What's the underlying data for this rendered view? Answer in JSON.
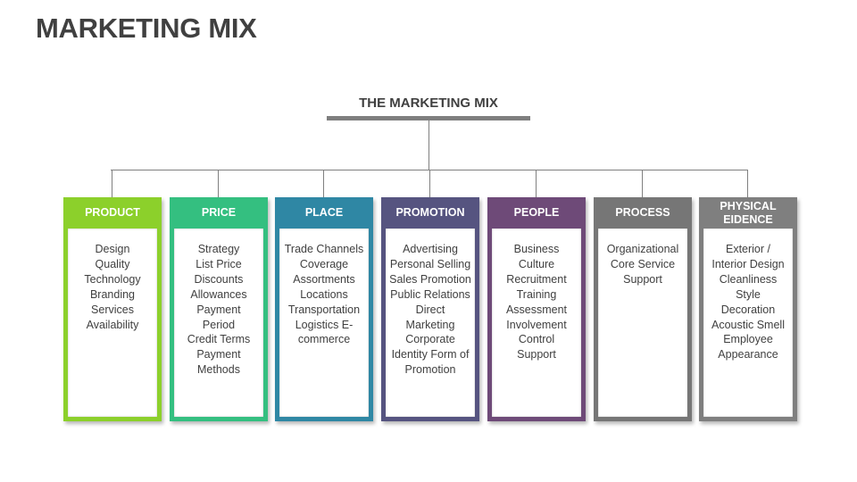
{
  "slide": {
    "title": "MARKETING MIX"
  },
  "diagram": {
    "root": "THE MARKETING MIX",
    "colors": {
      "root_bar": "#7f7f7f",
      "connector": "#808080",
      "item_text": "#404040"
    },
    "categories": [
      {
        "key": "product",
        "label": "PRODUCT",
        "color": "#8cd02b",
        "items": [
          "Design",
          "Quality",
          "Technology",
          "Branding",
          "Services",
          "Availability"
        ]
      },
      {
        "key": "price",
        "label": "PRICE",
        "color": "#34bf80",
        "items": [
          "Strategy",
          "List Price",
          "Discounts",
          "Allowances",
          "Payment",
          "Period",
          "Credit Terms",
          "Payment",
          "Methods"
        ]
      },
      {
        "key": "place",
        "label": "PLACE",
        "color": "#2f87a4",
        "items": [
          "Trade Channels",
          "Coverage",
          "Assortments",
          "Locations",
          "Transportation",
          "Logistics E-",
          "commerce"
        ]
      },
      {
        "key": "promotion",
        "label": "PROMOTION",
        "color": "#565480",
        "items": [
          "Advertising",
          "Personal Selling",
          "Sales Promotion",
          "Public Relations",
          "Direct",
          "Marketing",
          "Corporate",
          "Identity Form of",
          "Promotion"
        ]
      },
      {
        "key": "people",
        "label": "PEOPLE",
        "color": "#6e4a78",
        "items": [
          "Business",
          "Culture",
          "Recruitment",
          "Training",
          "Assessment",
          "Involvement",
          "Control",
          "Support"
        ]
      },
      {
        "key": "process",
        "label": "PROCESS",
        "color": "#767676",
        "items": [
          "Organizational",
          "Core Service",
          "Support"
        ]
      },
      {
        "key": "physical-evidence",
        "label": "PHYSICAL EIDENCE",
        "label_lines": [
          "PHYSICAL",
          "EIDENCE"
        ],
        "color": "#7f7f7f",
        "items": [
          "Exterior /",
          "Interior Design",
          "Cleanliness",
          "Style",
          "Decoration",
          "Acoustic Smell",
          "Employee",
          "Appearance"
        ]
      }
    ]
  }
}
